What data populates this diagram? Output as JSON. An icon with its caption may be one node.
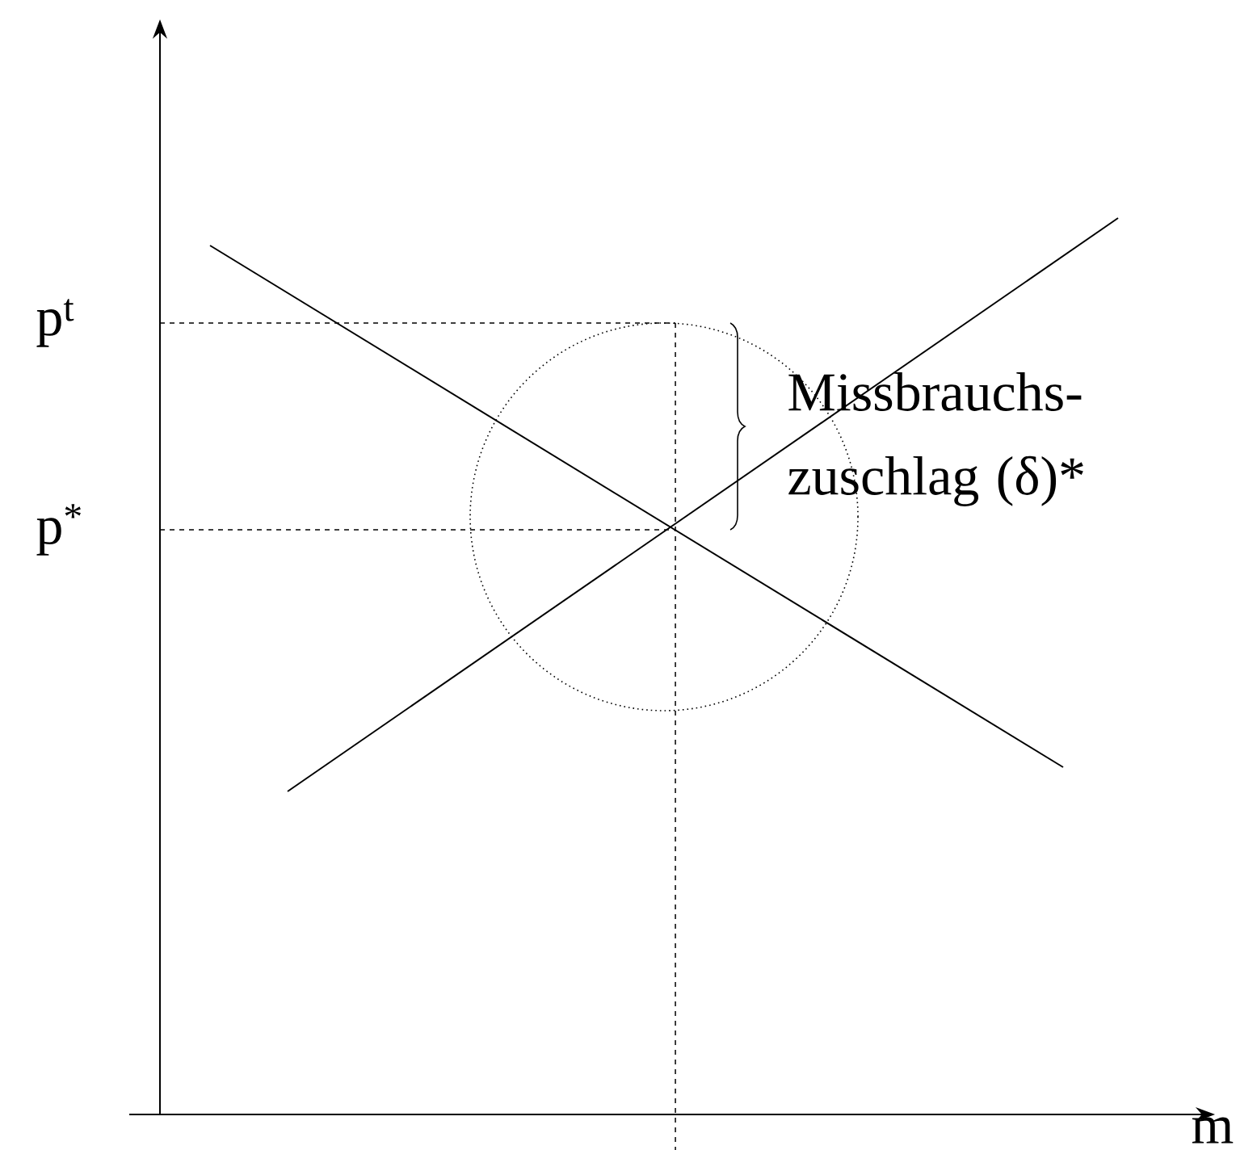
{
  "diagram": {
    "labels": [
      "p$^{t}$",
      "p$^{*}$",
      "Missbrauchs- zuschlag (δ)*",
      "m"
    ]
  }
}
